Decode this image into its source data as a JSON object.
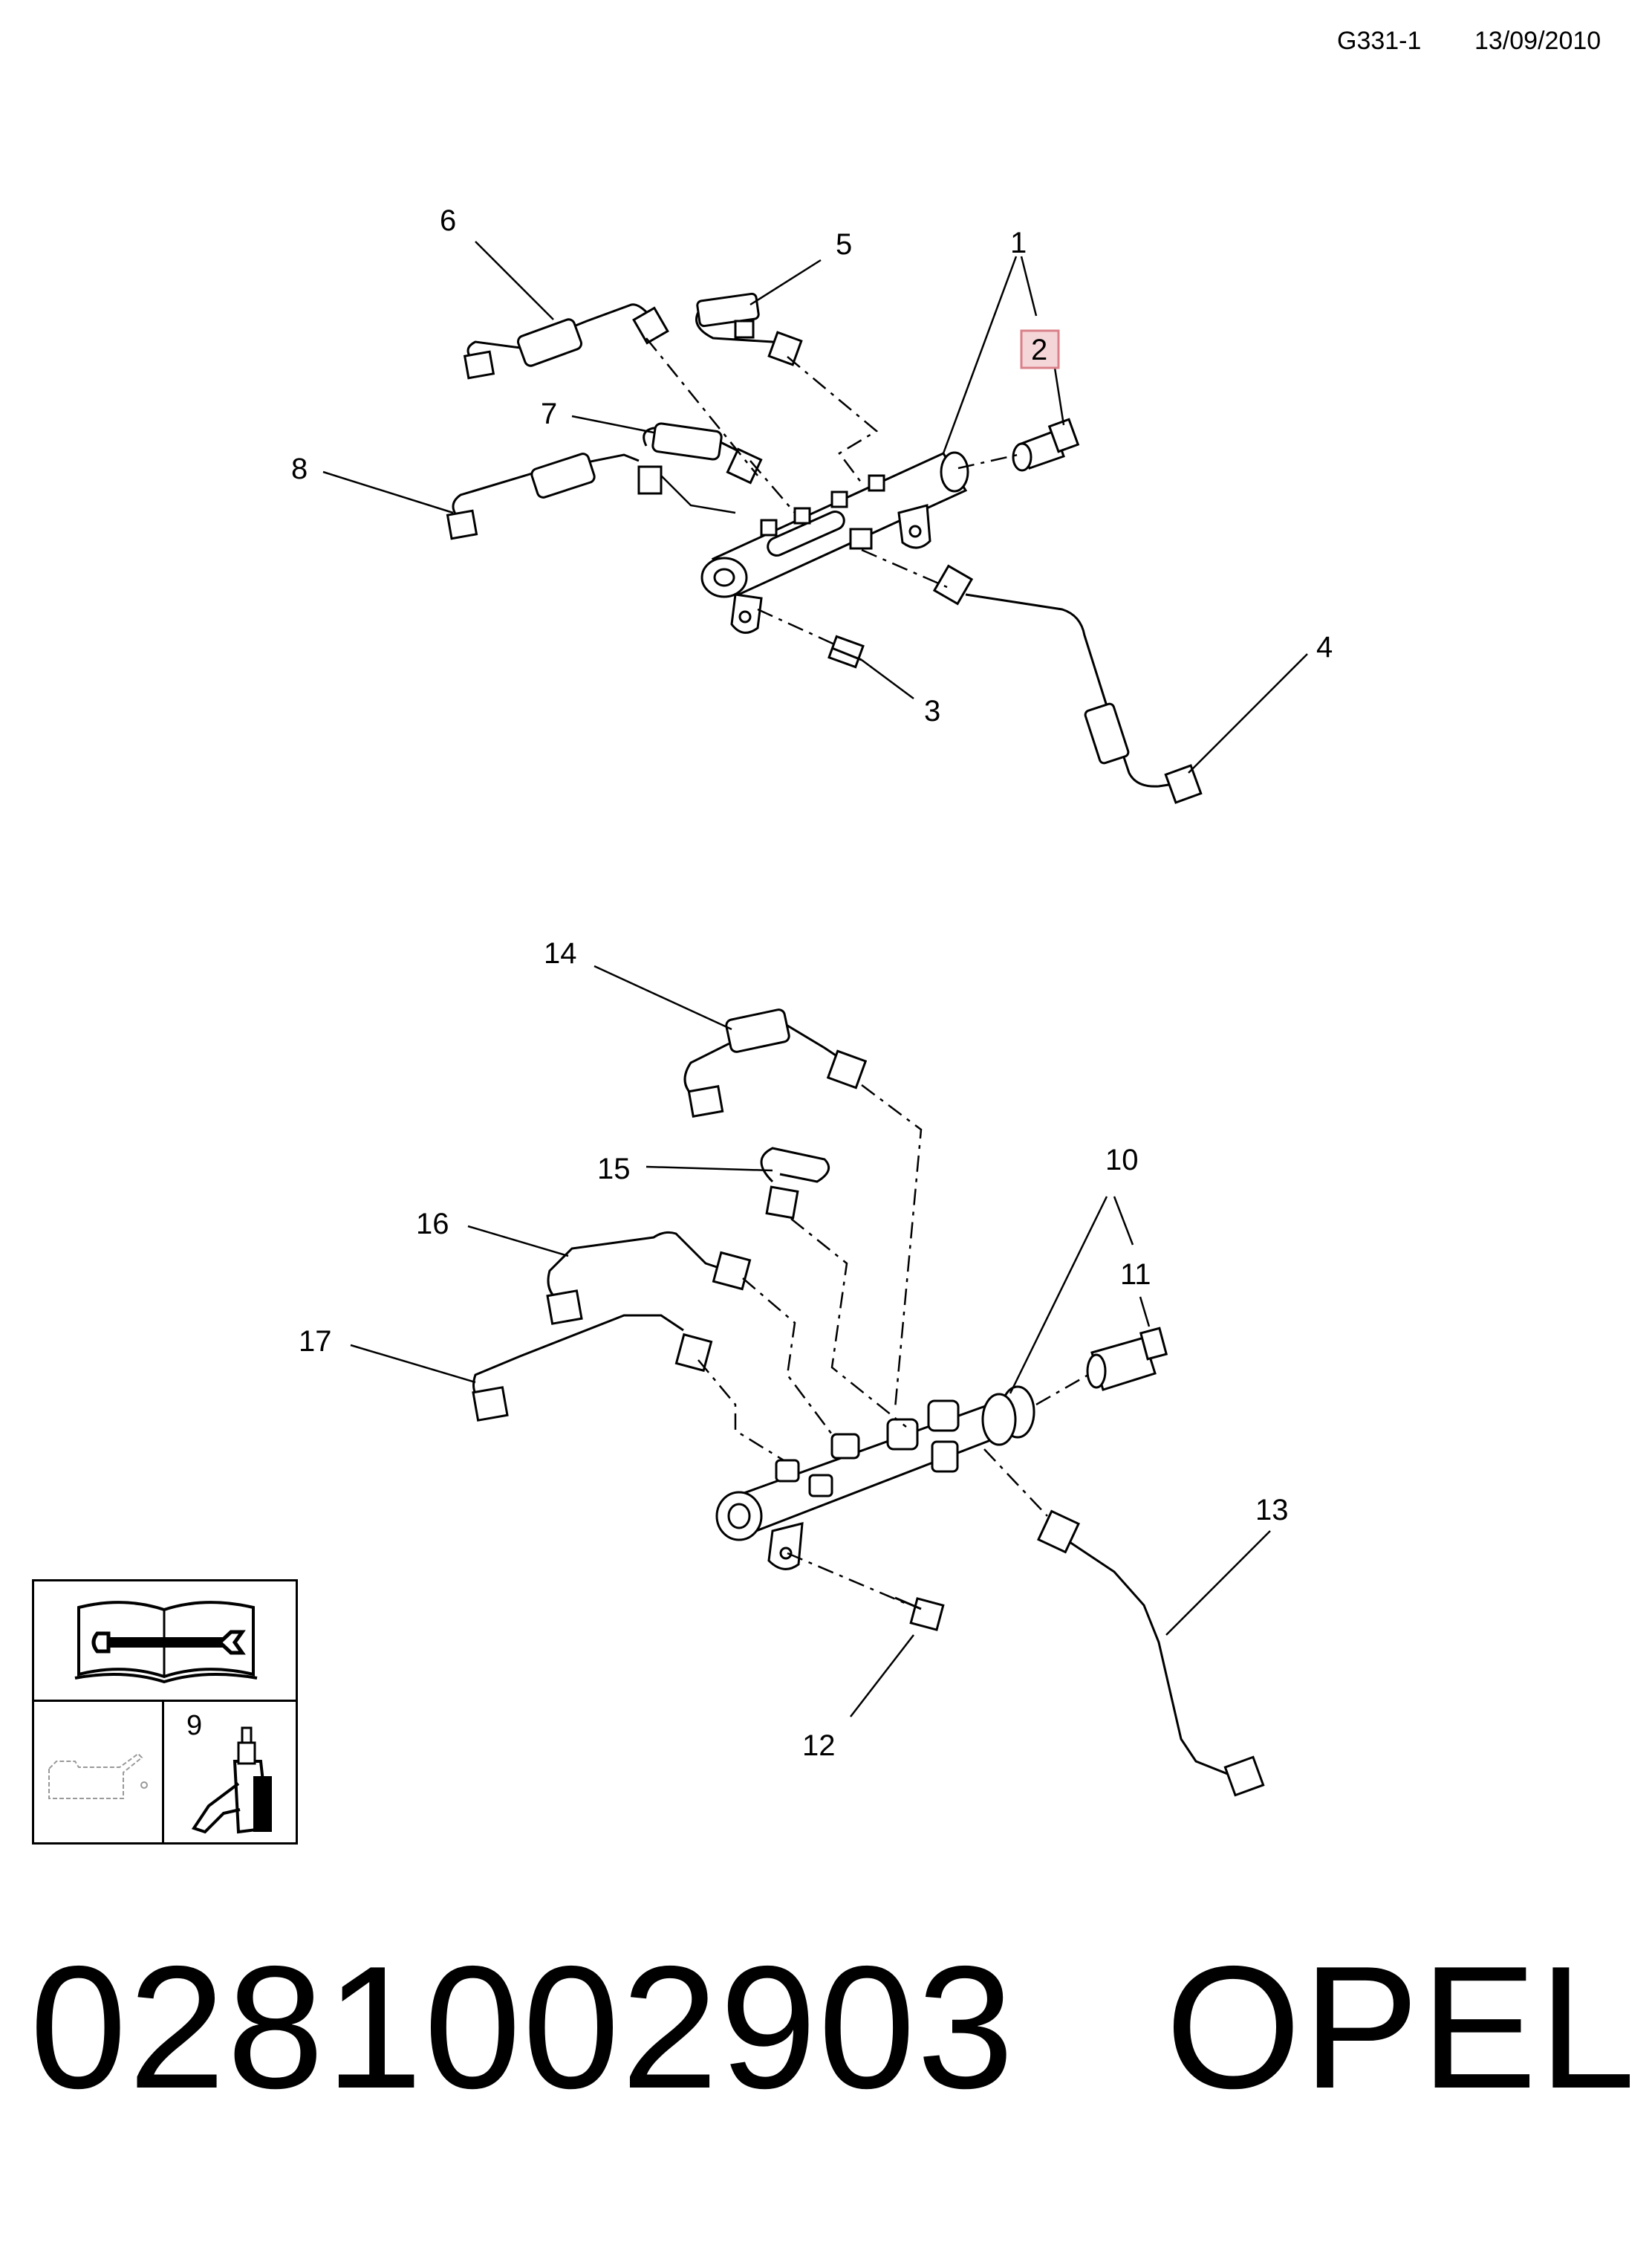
{
  "header": {
    "code": "G331-1",
    "date": "13/09/2010"
  },
  "callouts": {
    "c1": "1",
    "c2": "2",
    "c3": "3",
    "c4": "4",
    "c5": "5",
    "c6": "6",
    "c7": "7",
    "c8": "8",
    "c9": "9",
    "c10": "10",
    "c11": "11",
    "c12": "12",
    "c13": "13",
    "c14": "14",
    "c15": "15",
    "c16": "16",
    "c17": "17"
  },
  "highlight_color": "#f5d6d8",
  "legend_icons": [
    "manual-wrench-icon",
    "oil-can-icon",
    "adhesive-bottle-icon"
  ],
  "footer": {
    "part_number": "0281002903",
    "brand": "OPEL"
  }
}
